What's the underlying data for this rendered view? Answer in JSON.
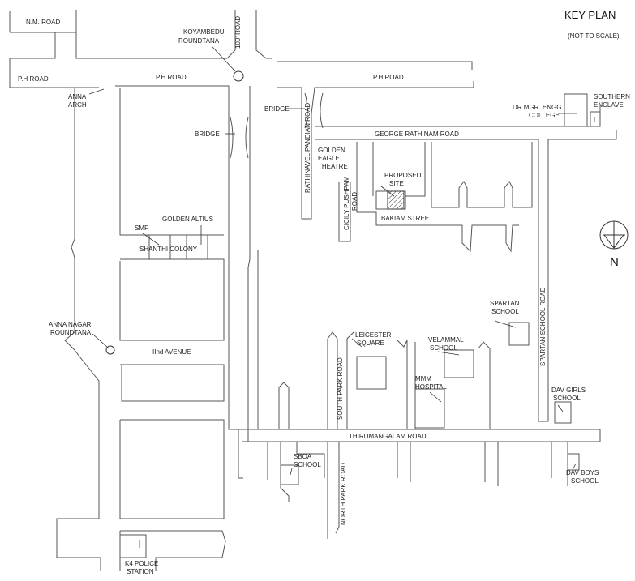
{
  "key_plan": {
    "title": "KEY PLAN",
    "subtitle": "(NOT TO SCALE)",
    "north": "N"
  },
  "roads": {
    "nm_road": "N.M. ROAD",
    "ph_road_left": "P.H ROAD",
    "ph_road_mid": "P.H ROAD",
    "ph_road_right": "P.H ROAD",
    "road_100": "100' ROAD",
    "rathinavel": "RATHINAVEL PANDIAN ROAD",
    "george": "GEORGE RATHINAM ROAD",
    "cicily_1": "CICILY PUSHPAM",
    "cicily_2": "ROAD",
    "bakiam": "BAKIAM STREET",
    "shanthi": "SHANTHI COLONY",
    "second_avenue": "IInd AVENUE",
    "spartan_school_road": "SPARTAN SCHOOL ROAD",
    "south_park": "SOUTH PARK ROAD",
    "north_park": "NORTH PARK ROAD",
    "thirumangalam": "THIRUMANGALAM ROAD"
  },
  "landmarks": {
    "koyambedu_1": "KOYAMBEDU",
    "koyambedu_2": "ROUNDTANA",
    "anna_arch_1": "ANNA",
    "anna_arch_2": "ARCH",
    "bridge_left": "BRIDGE",
    "bridge_right": "BRIDGE",
    "golden_eagle_1": "GOLDEN",
    "golden_eagle_2": "EAGLE",
    "golden_eagle_3": "THEATRE",
    "proposed_1": "PROPOSED",
    "proposed_2": "SITE",
    "drmgr_1": "DR.MGR. ENGG",
    "drmgr_2": "COLLEGE",
    "southern_1": "SOUTHERN",
    "southern_2": "ENCLAVE",
    "smf": "SMF",
    "golden_altius": "GOLDEN ALTIUS",
    "anna_nagar_1": "ANNA NAGAR",
    "anna_nagar_2": "ROUNDTANA",
    "spartan_1": "SPARTAN",
    "spartan_2": "SCHOOL",
    "leicester_1": "LEICESTER",
    "leicester_2": "SQUARE",
    "velammal_1": "VELAMMAL",
    "velammal_2": "SCHOOL",
    "mmm_1": "MMM",
    "mmm_2": "HOSPITAL",
    "dav_girls_1": "DAV GIRLS",
    "dav_girls_2": "SCHOOL",
    "sboa_1": "SBOA",
    "sboa_2": "SCHOOL",
    "dav_boys_1": "DAV BOYS",
    "dav_boys_2": "SCHOOL",
    "k4_1": "K4 POLICE",
    "k4_2": "STATION"
  }
}
